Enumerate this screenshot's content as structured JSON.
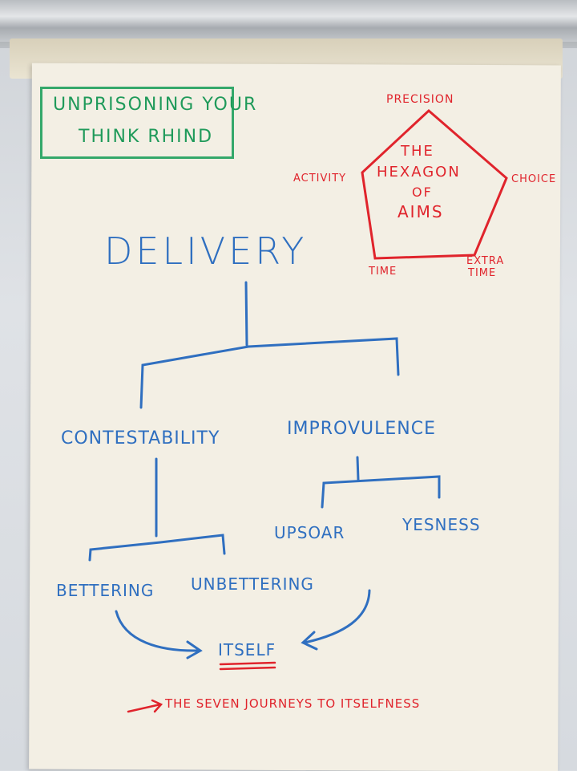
{
  "title_box": {
    "line1": "UNPRISONING YOUR",
    "line2": "THINK RHIND"
  },
  "hexagon": {
    "top_label": "PRECISION",
    "left_label": "ACTIVITY",
    "right_label": "CHOICE",
    "bottom_left_label": "TIME",
    "bottom_right_label_1": "EXTRA",
    "bottom_right_label_2": "TIME",
    "center_1": "THE",
    "center_2": "HEXAGON",
    "center_3": "OF",
    "center_4": "AIMS"
  },
  "tree": {
    "root": "DELIVERY",
    "left": "CONTESTABILITY",
    "right": "IMPROVULENCE",
    "left_left": "BETTERING",
    "left_right": "UNBETTERING",
    "right_left": "UPSOAR",
    "right_right": "YESNESS",
    "bottom": "ITSELF"
  },
  "footer": {
    "arrow": "→",
    "text": "THE SEVEN JOURNEYS TO ITSELFNESS"
  },
  "colors": {
    "blue": "#2f6fc0",
    "red": "#e0242c",
    "green": "#1f9a5a",
    "paper": "#f3efe4"
  }
}
